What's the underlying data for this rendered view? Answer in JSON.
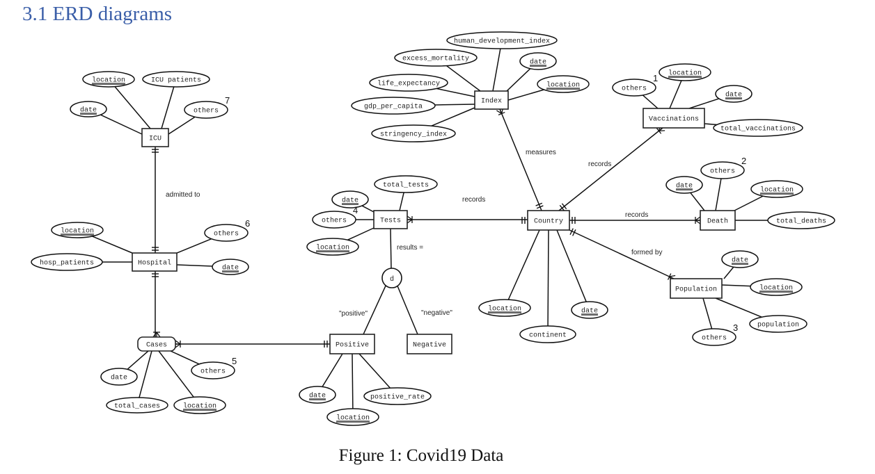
{
  "heading": "3.1 ERD diagrams",
  "caption": "Figure 1: Covid19 Data",
  "diagram": {
    "entities": [
      {
        "id": "icu",
        "label": "ICU"
      },
      {
        "id": "hospital",
        "label": "Hospital"
      },
      {
        "id": "cases",
        "label": "Cases"
      },
      {
        "id": "tests",
        "label": "Tests"
      },
      {
        "id": "positive",
        "label": "Positive"
      },
      {
        "id": "negative",
        "label": "Negative"
      },
      {
        "id": "index",
        "label": "Index"
      },
      {
        "id": "country",
        "label": "Country"
      },
      {
        "id": "vaccinations",
        "label": "Vaccinations"
      },
      {
        "id": "death",
        "label": "Death"
      },
      {
        "id": "population",
        "label": "Population"
      }
    ],
    "attributes": [
      {
        "entity": "icu",
        "label": "location",
        "key": true
      },
      {
        "entity": "icu",
        "label": "ICU patients",
        "key": false
      },
      {
        "entity": "icu",
        "label": "date",
        "key": true
      },
      {
        "entity": "icu",
        "label": "others",
        "key": false,
        "note": "7"
      },
      {
        "entity": "hospital",
        "label": "location",
        "key": true
      },
      {
        "entity": "hospital",
        "label": "hosp_patients",
        "key": false
      },
      {
        "entity": "hospital",
        "label": "others",
        "key": false,
        "note": "6"
      },
      {
        "entity": "hospital",
        "label": "date",
        "key": true
      },
      {
        "entity": "cases",
        "label": "date",
        "key": false
      },
      {
        "entity": "cases",
        "label": "total_cases",
        "key": false
      },
      {
        "entity": "cases",
        "label": "location",
        "key": true
      },
      {
        "entity": "cases",
        "label": "others",
        "key": false,
        "note": "5"
      },
      {
        "entity": "tests",
        "label": "total_tests",
        "key": false
      },
      {
        "entity": "tests",
        "label": "date",
        "key": true
      },
      {
        "entity": "tests",
        "label": "others",
        "key": false,
        "note": "4"
      },
      {
        "entity": "tests",
        "label": "location",
        "key": true
      },
      {
        "entity": "positive",
        "label": "date",
        "key": true
      },
      {
        "entity": "positive",
        "label": "location",
        "key": true
      },
      {
        "entity": "positive",
        "label": "positive_rate",
        "key": false
      },
      {
        "entity": "index",
        "label": "human_development_index",
        "key": false
      },
      {
        "entity": "index",
        "label": "excess_mortality",
        "key": false
      },
      {
        "entity": "index",
        "label": "date",
        "key": true
      },
      {
        "entity": "index",
        "label": "life_expectancy",
        "key": false
      },
      {
        "entity": "index",
        "label": "location",
        "key": true
      },
      {
        "entity": "index",
        "label": "gdp_per_capita",
        "key": false
      },
      {
        "entity": "index",
        "label": "stringency_index",
        "key": false
      },
      {
        "entity": "vaccinations",
        "label": "location",
        "key": true
      },
      {
        "entity": "vaccinations",
        "label": "others",
        "key": false,
        "note": "1"
      },
      {
        "entity": "vaccinations",
        "label": "date",
        "key": true
      },
      {
        "entity": "vaccinations",
        "label": "total_vaccinations",
        "key": false
      },
      {
        "entity": "death",
        "label": "others",
        "key": false,
        "note": "2"
      },
      {
        "entity": "death",
        "label": "date",
        "key": true
      },
      {
        "entity": "death",
        "label": "location",
        "key": true
      },
      {
        "entity": "death",
        "label": "total_deaths",
        "key": false
      },
      {
        "entity": "country",
        "label": "location",
        "key": true
      },
      {
        "entity": "country",
        "label": "continent",
        "key": false
      },
      {
        "entity": "country",
        "label": "date",
        "key": true
      },
      {
        "entity": "population",
        "label": "date",
        "key": true
      },
      {
        "entity": "population",
        "label": "location",
        "key": true
      },
      {
        "entity": "population",
        "label": "population",
        "key": false
      },
      {
        "entity": "population",
        "label": "others",
        "key": false,
        "note": "3"
      }
    ],
    "relationships": [
      {
        "from": "icu",
        "to": "hospital",
        "label": "admitted to"
      },
      {
        "from": "hospital",
        "to": "cases",
        "label": ""
      },
      {
        "from": "cases",
        "to": "positive",
        "label": ""
      },
      {
        "from": "tests",
        "to": "country",
        "label": "records"
      },
      {
        "from": "index",
        "to": "country",
        "label": "measures"
      },
      {
        "from": "vaccinations",
        "to": "country",
        "label": "records"
      },
      {
        "from": "country",
        "to": "death",
        "label": "records"
      },
      {
        "from": "country",
        "to": "population",
        "label": "formed by"
      },
      {
        "from": "tests",
        "to": "disjoint",
        "label": "results ="
      }
    ],
    "disjoint": {
      "symbol": "d",
      "branches": [
        "\"positive\"",
        "\"negative\""
      ]
    }
  }
}
